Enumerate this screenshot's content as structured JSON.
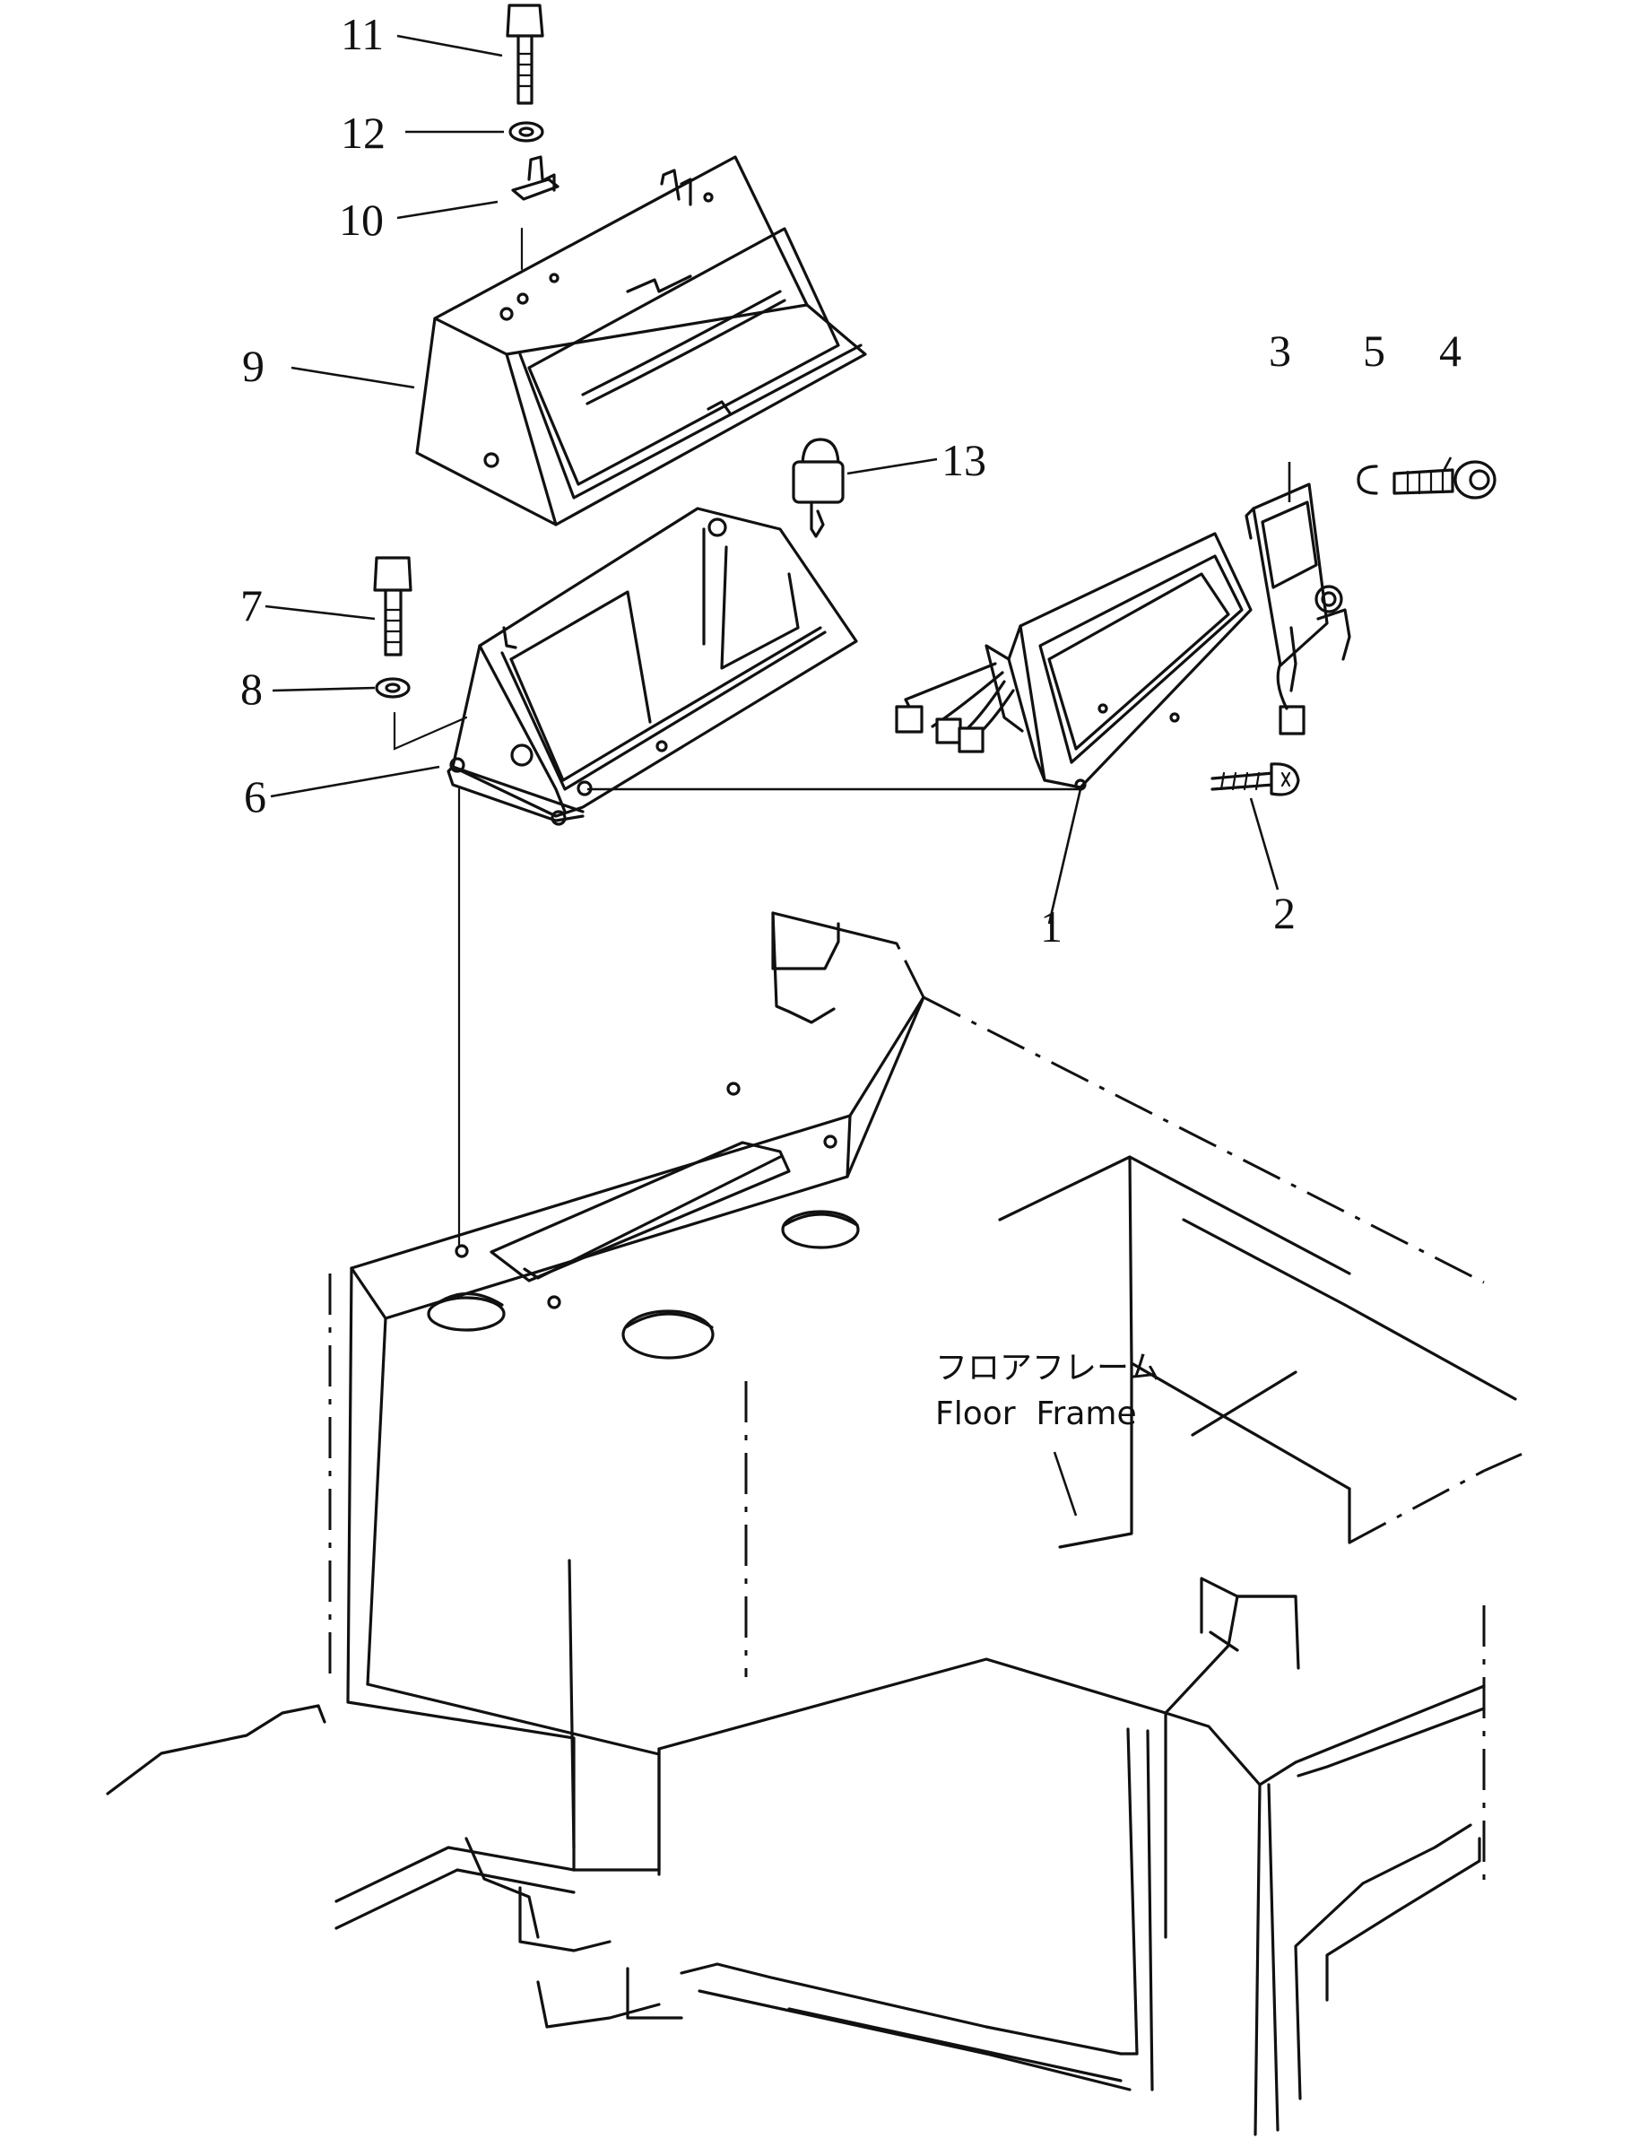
{
  "callouts": [
    {
      "id": "1",
      "label": "1"
    },
    {
      "id": "2",
      "label": "2"
    },
    {
      "id": "3",
      "label": "3"
    },
    {
      "id": "4",
      "label": "4"
    },
    {
      "id": "5",
      "label": "5"
    },
    {
      "id": "6",
      "label": "6"
    },
    {
      "id": "7",
      "label": "7"
    },
    {
      "id": "8",
      "label": "8"
    },
    {
      "id": "9",
      "label": "9"
    },
    {
      "id": "10",
      "label": "10"
    },
    {
      "id": "11",
      "label": "11"
    },
    {
      "id": "12",
      "label": "12"
    },
    {
      "id": "13",
      "label": "13"
    }
  ],
  "floor_frame": {
    "label_jp": "フロアフレーム",
    "label_en": "Floor  Frame"
  }
}
